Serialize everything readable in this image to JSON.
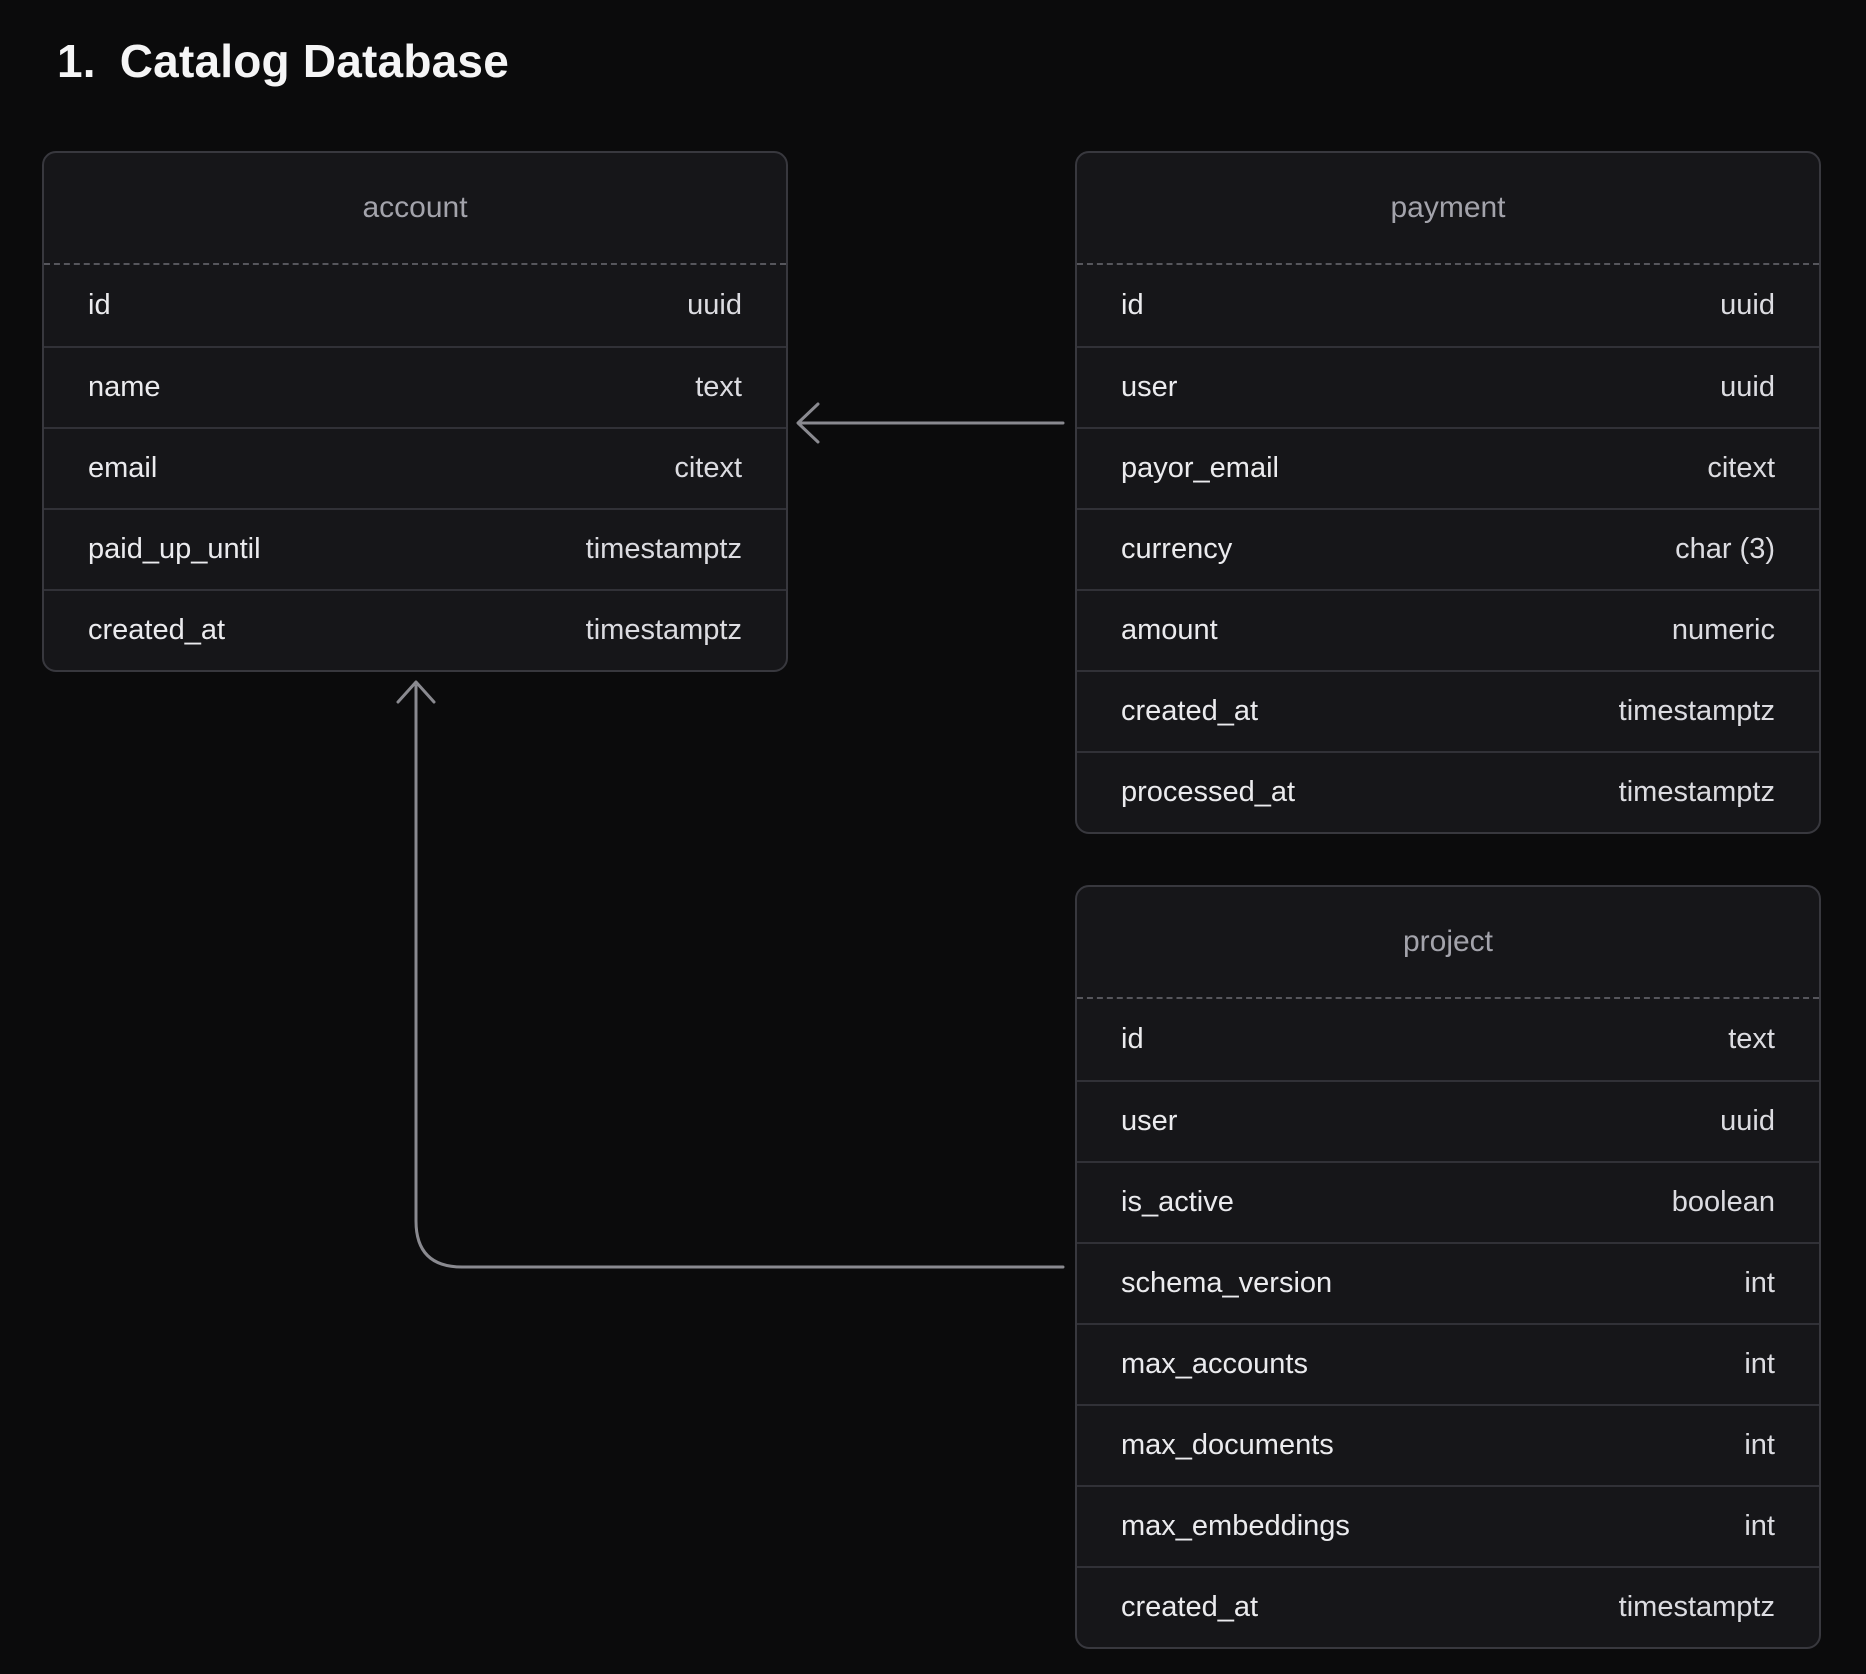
{
  "page": {
    "title_number": "1.",
    "title_text": "Catalog Database"
  },
  "diagram": {
    "tables": [
      {
        "name": "account",
        "columns": [
          {
            "name": "id",
            "type": "uuid"
          },
          {
            "name": "name",
            "type": "text"
          },
          {
            "name": "email",
            "type": "citext"
          },
          {
            "name": "paid_up_until",
            "type": "timestamptz"
          },
          {
            "name": "created_at",
            "type": "timestamptz"
          }
        ]
      },
      {
        "name": "payment",
        "columns": [
          {
            "name": "id",
            "type": "uuid"
          },
          {
            "name": "user",
            "type": "uuid"
          },
          {
            "name": "payor_email",
            "type": "citext"
          },
          {
            "name": "currency",
            "type": "char (3)"
          },
          {
            "name": "amount",
            "type": "numeric"
          },
          {
            "name": "created_at",
            "type": "timestamptz"
          },
          {
            "name": "processed_at",
            "type": "timestamptz"
          }
        ]
      },
      {
        "name": "project",
        "columns": [
          {
            "name": "id",
            "type": "text"
          },
          {
            "name": "user",
            "type": "uuid"
          },
          {
            "name": "is_active",
            "type": "boolean"
          },
          {
            "name": "schema_version",
            "type": "int"
          },
          {
            "name": "max_accounts",
            "type": "int"
          },
          {
            "name": "max_documents",
            "type": "int"
          },
          {
            "name": "max_embeddings",
            "type": "int"
          },
          {
            "name": "created_at",
            "type": "timestamptz"
          }
        ]
      }
    ],
    "relationships": [
      {
        "from": "payment",
        "to": "account"
      },
      {
        "from": "project",
        "to": "account"
      }
    ]
  },
  "colors": {
    "background": "#0b0b0c",
    "table_fill": "#161619",
    "table_border": "#38383e",
    "row_separator": "#313137",
    "header_text": "#a3a3ab",
    "row_text": "#ebebee",
    "type_text": "#dcdce1",
    "connector": "#8a8a90",
    "title_text": "#f5f5f6"
  }
}
